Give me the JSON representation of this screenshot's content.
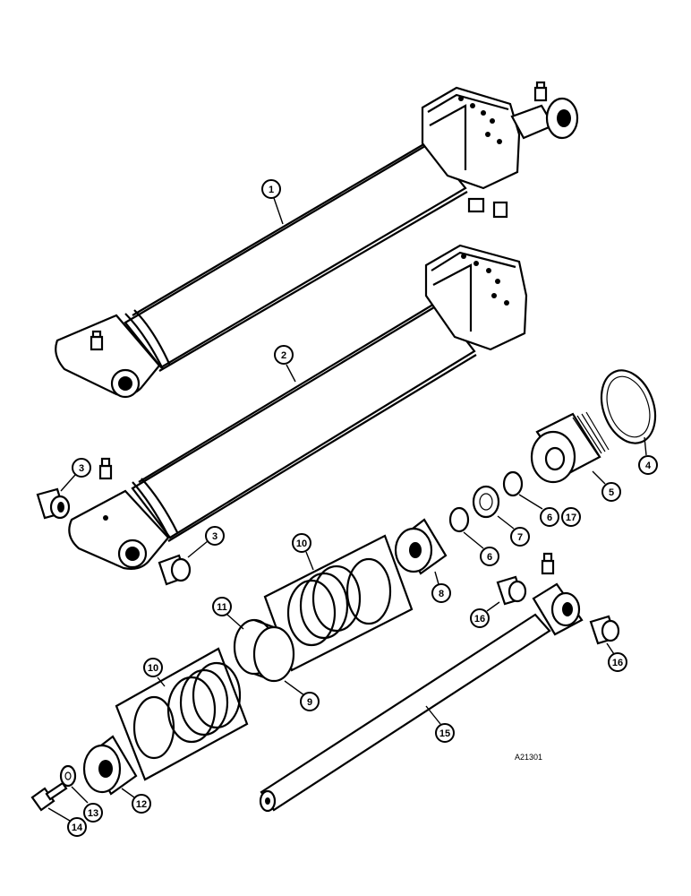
{
  "drawing": {
    "reference": "A21301"
  },
  "callouts": [
    {
      "id": "c1",
      "label": "1"
    },
    {
      "id": "c2",
      "label": "2"
    },
    {
      "id": "c3a",
      "label": "3"
    },
    {
      "id": "c3b",
      "label": "3"
    },
    {
      "id": "c4",
      "label": "4"
    },
    {
      "id": "c5",
      "label": "5"
    },
    {
      "id": "c6a",
      "label": "6"
    },
    {
      "id": "c6b",
      "label": "6"
    },
    {
      "id": "c17",
      "label": "17"
    },
    {
      "id": "c7",
      "label": "7"
    },
    {
      "id": "c8",
      "label": "8"
    },
    {
      "id": "c9",
      "label": "9"
    },
    {
      "id": "c10a",
      "label": "10"
    },
    {
      "id": "c10b",
      "label": "10"
    },
    {
      "id": "c11",
      "label": "11"
    },
    {
      "id": "c12",
      "label": "12"
    },
    {
      "id": "c13",
      "label": "13"
    },
    {
      "id": "c14",
      "label": "14"
    },
    {
      "id": "c15",
      "label": "15"
    },
    {
      "id": "c16a",
      "label": "16"
    },
    {
      "id": "c16b",
      "label": "16"
    }
  ]
}
